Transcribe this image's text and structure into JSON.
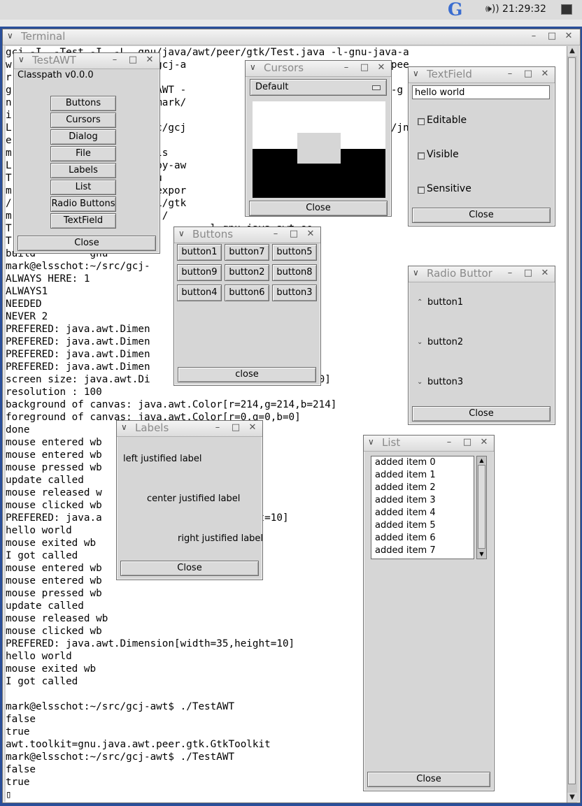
{
  "panel": {
    "logo_glyph": "G",
    "volume_glyph": "🕪))",
    "clock": "21:29:32"
  },
  "terminal": {
    "title": "Terminal",
    "lines": [
      "gcj -I. -Test -I. -L. gnu/java/awt/peer/gtk/Test.java -l-gnu-java-a",
      "w                 rk/src/gcj-a            sspath/native/jni/gtk-pee",
      "r",
      "g                 -o TestAWT -           TestAWT.java -g        -g",
      "n                 ,/home/mark/                        ve/jni",
      "i",
      "L                 mark/src/gcj                   lasspath/native/jni/gtk-p",
      "e",
      "m                 j-awt$ ls",
      "L                 ild  copy-aw                  o",
      "T                 m    gnu",
      "m                 j-awt$ expor                  me.       ome",
      "/                 tive/jni/gtk                 3/",
      "m                 j-awt$ ./",
      "T                 om              l-gnu-java-awt.so",
      "T                 op",
      "build         gnu",
      "mark@elsschot:~/src/gcj-",
      "ALWAYS HERE: 1",
      "ALWAYS1",
      "NEEDED",
      "NEVER 2",
      "PREFERED: java.awt.Dimen                    0]",
      "PREFERED: java.awt.Dimen                    10]",
      "PREFERED: java.awt.Dimen                    10]",
      "PREFERED: java.awt.Dimen                    10]",
      "screen size: java.awt.Di                    ight=1200]",
      "resolution : 100",
      "background of canvas: java.awt.Color[r=214,g=214,b=214]",
      "foreground of canvas: java.awt.Color[r=0,g=0,b=0]",
      "done",
      "mouse entered wb",
      "mouse entered wb",
      "mouse pressed wb",
      "update called",
      "mouse released w",
      "mouse clicked wb",
      "PREFERED: java.a                    ,height=10]",
      "hello world",
      "mouse exited wb",
      "I got called",
      "mouse entered wb",
      "mouse entered wb",
      "mouse pressed wb",
      "update called",
      "mouse released wb",
      "mouse clicked wb",
      "PREFERED: java.awt.Dimension[width=35,height=10]",
      "hello world",
      "mouse exited wb",
      "I got called",
      "",
      "mark@elsschot:~/src/gcj-awt$ ./TestAWT",
      "false",
      "true",
      "awt.toolkit=gnu.java.awt.peer.gtk.GtkToolkit",
      "mark@elsschot:~/src/gcj-awt$ ./TestAWT",
      "false",
      "true",
      "▯"
    ]
  },
  "testawt": {
    "title": "TestAWT",
    "version": "Classpath v0.0.0",
    "buttons": [
      "Buttons",
      "Cursors",
      "Dialog",
      "File",
      "Labels",
      "List",
      "Radio Buttons",
      "TextField"
    ],
    "close": "Close"
  },
  "cursors": {
    "title": "Cursors",
    "selected": "Default",
    "close": "Close"
  },
  "textfield": {
    "title": "TextField",
    "value": "hello world",
    "checks": [
      "Editable",
      "Visible",
      "Sensitive"
    ],
    "close": "Close"
  },
  "buttons": {
    "title": "Buttons",
    "grid": [
      "button1",
      "button7",
      "button5",
      "button9",
      "button2",
      "button8",
      "button4",
      "button6",
      "button3"
    ],
    "close": "close"
  },
  "radio": {
    "title": "Radio Buttor",
    "options": [
      "button1",
      "button2",
      "button3"
    ],
    "close": "Close"
  },
  "labels": {
    "title": "Labels",
    "left": "left justified label",
    "center": "center justified label",
    "right": "right justified label",
    "close": "Close"
  },
  "list": {
    "title": "List",
    "items": [
      "added item 0",
      "added item 1",
      "added item 2",
      "added item 3",
      "added item 4",
      "added item 5",
      "added item 6",
      "added item 7"
    ],
    "close": "Close"
  }
}
